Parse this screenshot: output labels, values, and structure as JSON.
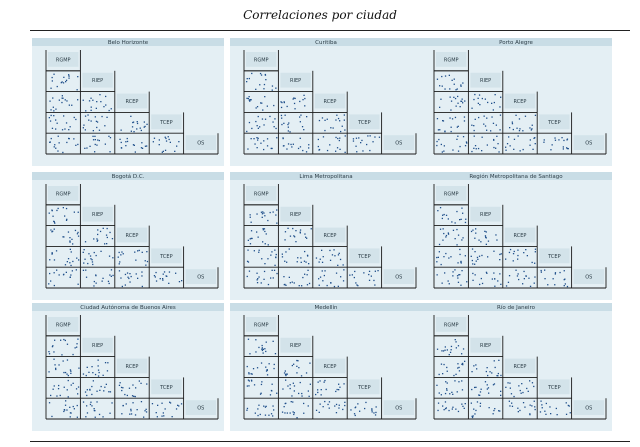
{
  "title": "Correlaciones por ciudad",
  "chart_data": {
    "type": "scatter",
    "layout": "3x3 grid of lower-triangular scatterplot matrices",
    "variables": [
      "RGMP",
      "RIEP",
      "RCEP",
      "TCEP",
      "OS"
    ],
    "panels": [
      {
        "city": "Belo Horizonte"
      },
      {
        "city": "Curitiba"
      },
      {
        "city": "Porto Alegre"
      },
      {
        "city": "Bogotá D.C."
      },
      {
        "city": "Lima Metropolitana"
      },
      {
        "city": "Región Metropolitana de Santiago"
      },
      {
        "city": "Ciudad Autónoma de Buenos Aires"
      },
      {
        "city": "Medellín"
      },
      {
        "city": "Río de Janeiro"
      }
    ],
    "colors": {
      "points": "#1f4f8a",
      "panel_background": "#e4eff4",
      "strip": "#c9dde6",
      "gridlines": "#1b1b1b"
    }
  }
}
